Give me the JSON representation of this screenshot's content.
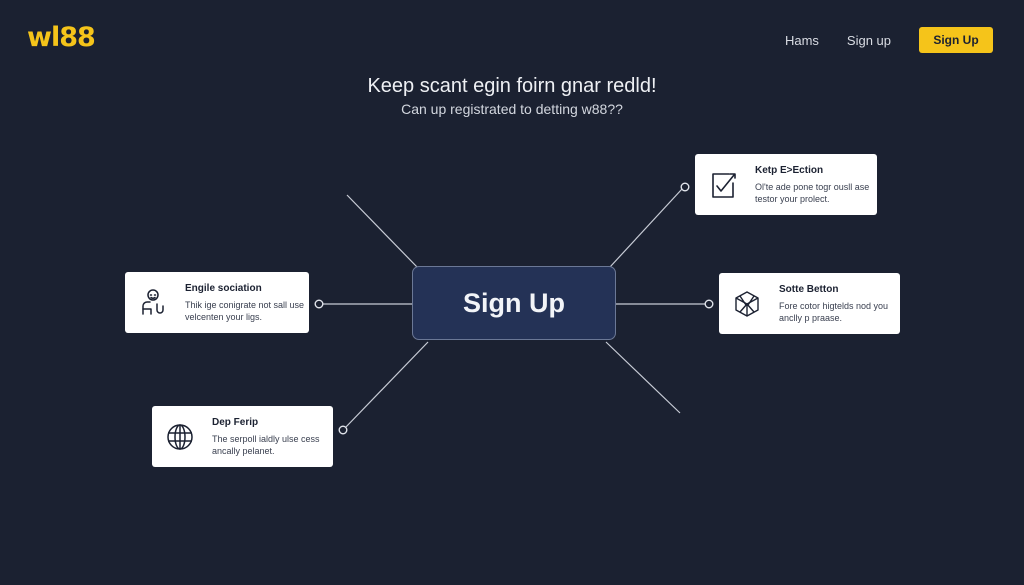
{
  "header": {
    "logo": "wl88",
    "nav": [
      {
        "label": "Hams"
      },
      {
        "label": "Sign up"
      }
    ],
    "cta_label": "Sign Up"
  },
  "hero": {
    "headline": "Keep scant egin foirn gnar redld!",
    "subheadline": "Can up registrated to detting w88??"
  },
  "diagram": {
    "center_label": "Sign Up",
    "nodes": [
      {
        "title": "Engile sociation",
        "description": "Thik ige conigrate not sall use velcenten your ligs.",
        "icon": "user-touch-icon"
      },
      {
        "title": "Dep Ferip",
        "description": "The serpoll ialdly ulse cess ancally pelanet.",
        "icon": "globe-icon"
      },
      {
        "title": "Ketp E>Ection",
        "description": "Ol'te ade pone togr ousll ase testor your prolect.",
        "icon": "checklist-icon"
      },
      {
        "title": "Sotte Betton",
        "description": "Fore cotor higtelds nod you anclly p praase.",
        "icon": "network-cube-icon"
      }
    ]
  },
  "colors": {
    "background": "#1b2131",
    "accent": "#f5c41a",
    "center_node": "#243256",
    "card": "#ffffff",
    "line": "#c8ccd6"
  }
}
